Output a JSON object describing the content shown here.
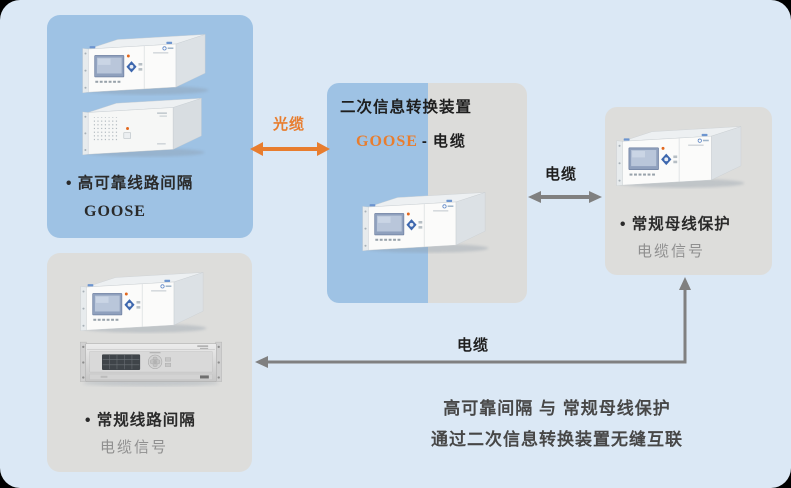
{
  "colors": {
    "page_bg": "#dbe8f5",
    "outside_bg": "#000000",
    "box_blue": "#9ec2e4",
    "box_gray": "#dddddb",
    "fiber_orange": "#e87d2e",
    "cable_gray": "#808080",
    "text_dark": "#2a2a2a",
    "text_gray": "#8f8f8f"
  },
  "boxes": {
    "reliable_bay": {
      "title": "• 高可靠线路间隔",
      "subtitle": "GOOSE"
    },
    "converter": {
      "title": "二次信息转换装置",
      "goose": "GOOSE",
      "dash": "-",
      "cable": "电缆"
    },
    "bus_protection": {
      "title": "• 常规母线保护",
      "subtitle": "电缆信号"
    },
    "conventional_bay": {
      "title": "• 常规线路间隔",
      "subtitle": "电缆信号"
    }
  },
  "connectors": {
    "fiber": {
      "label": "光缆"
    },
    "cable_converter_bus": {
      "label": "电缆"
    },
    "cable_bay_bus": {
      "label": "电缆"
    }
  },
  "caption": {
    "line1": "高可靠间隔 与 常规母线保护",
    "line2": "通过二次信息转换装置无缝互联"
  },
  "devices": {
    "relay_a": "protection-relay-with-screen",
    "relay_b": "vented-relay-chassis",
    "rack_c": "rackmount-control-unit"
  }
}
